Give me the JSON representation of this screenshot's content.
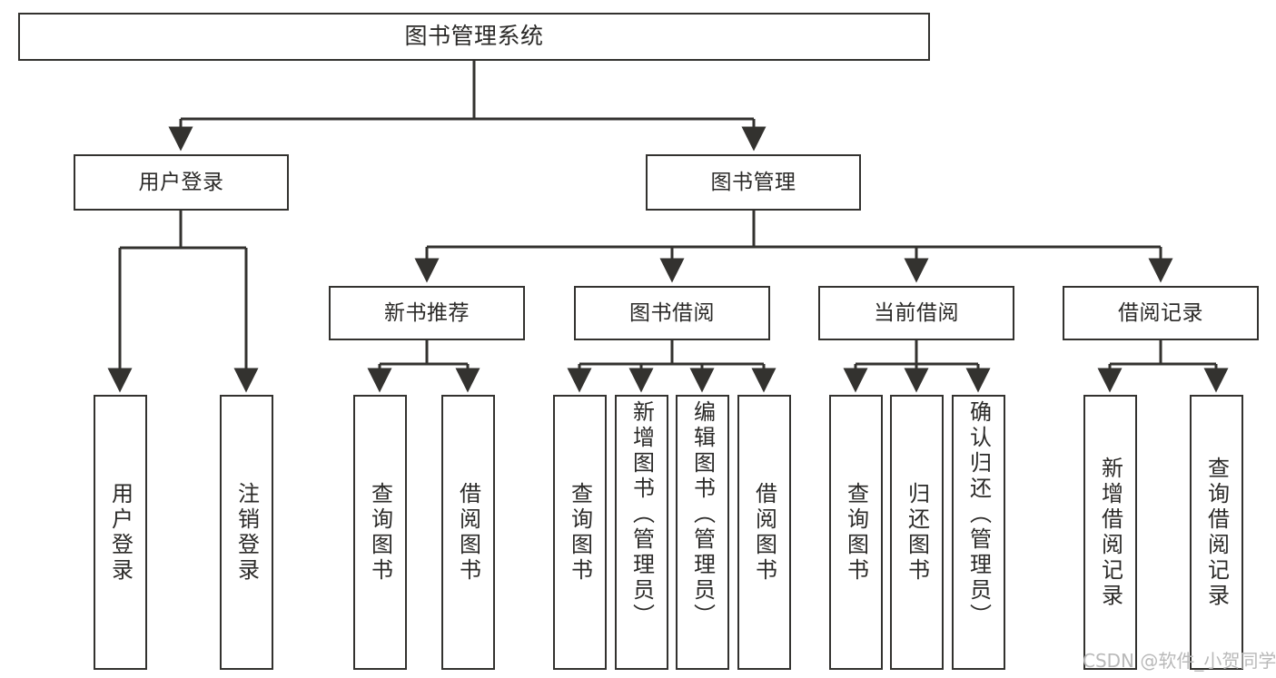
{
  "diagram": {
    "type": "tree",
    "title": "图书管理系统",
    "background_color": "#ffffff",
    "line_color": "#33322f",
    "text_color": "#2b2a28",
    "watermark": "CSDN @软件_小贺同学"
  },
  "nodes": {
    "root": {
      "label": "图书管理系统",
      "level": 1
    },
    "user_login": {
      "label": "用户登录",
      "level": 2
    },
    "book_manage": {
      "label": "图书管理",
      "level": 2
    },
    "new_book_rec": {
      "label": "新书推荐",
      "level": 3
    },
    "book_borrow": {
      "label": "图书借阅",
      "level": 3
    },
    "current_borrow": {
      "label": "当前借阅",
      "level": 3
    },
    "borrow_record": {
      "label": "借阅记录",
      "level": 3
    },
    "leaf_user_login": {
      "label": "用户登录",
      "level": 3
    },
    "leaf_user_logout": {
      "label": "注销登录",
      "level": 3
    },
    "leaf_query_book_1": {
      "label": "查询图书",
      "level": 4
    },
    "leaf_borrow_book_1": {
      "label": "借阅图书",
      "level": 4
    },
    "leaf_query_book_2": {
      "label": "查询图书",
      "level": 4
    },
    "leaf_add_book": {
      "label": "新增图书（管理员）",
      "level": 4
    },
    "leaf_edit_book": {
      "label": "编辑图书（管理员）",
      "level": 4
    },
    "leaf_borrow_book_2": {
      "label": "借阅图书",
      "level": 4
    },
    "leaf_query_book_3": {
      "label": "查询图书",
      "level": 4
    },
    "leaf_return_book": {
      "label": "归还图书",
      "level": 4
    },
    "leaf_confirm_return": {
      "label": "确认归还（管理员）",
      "level": 4
    },
    "leaf_add_record": {
      "label": "新增借阅记录",
      "level": 4
    },
    "leaf_query_record": {
      "label": "查询借阅记录",
      "level": 4
    }
  },
  "edges": [
    {
      "from": "root",
      "to": "user_login"
    },
    {
      "from": "root",
      "to": "book_manage"
    },
    {
      "from": "user_login",
      "to": "leaf_user_login"
    },
    {
      "from": "user_login",
      "to": "leaf_user_logout"
    },
    {
      "from": "book_manage",
      "to": "new_book_rec"
    },
    {
      "from": "book_manage",
      "to": "book_borrow"
    },
    {
      "from": "book_manage",
      "to": "current_borrow"
    },
    {
      "from": "book_manage",
      "to": "borrow_record"
    },
    {
      "from": "new_book_rec",
      "to": "leaf_query_book_1"
    },
    {
      "from": "new_book_rec",
      "to": "leaf_borrow_book_1"
    },
    {
      "from": "book_borrow",
      "to": "leaf_query_book_2"
    },
    {
      "from": "book_borrow",
      "to": "leaf_add_book"
    },
    {
      "from": "book_borrow",
      "to": "leaf_edit_book"
    },
    {
      "from": "book_borrow",
      "to": "leaf_borrow_book_2"
    },
    {
      "from": "current_borrow",
      "to": "leaf_query_book_3"
    },
    {
      "from": "current_borrow",
      "to": "leaf_return_book"
    },
    {
      "from": "current_borrow",
      "to": "leaf_confirm_return"
    },
    {
      "from": "borrow_record",
      "to": "leaf_add_record"
    },
    {
      "from": "borrow_record",
      "to": "leaf_query_record"
    }
  ]
}
